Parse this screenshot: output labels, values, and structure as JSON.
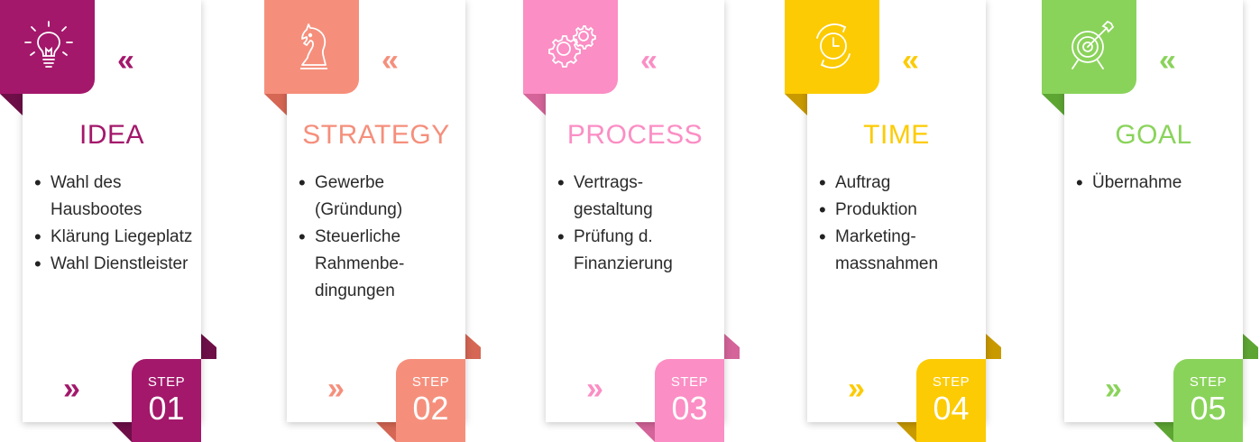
{
  "steps": [
    {
      "title": "IDEA",
      "step_label": "STEP",
      "step_number": "01",
      "color": "#a3186b",
      "dark": "#6e0f48",
      "icon": "lightbulb-icon",
      "items": [
        "Wahl des Hausbootes",
        "Klärung Liegeplatz",
        "Wahl Dienstleister"
      ]
    },
    {
      "title": "STRATEGY",
      "step_label": "STEP",
      "step_number": "02",
      "color": "#f58f7c",
      "dark": "#d56754",
      "icon": "chess-knight-icon",
      "items": [
        "Gewerbe (Gründung)",
        "Steuerliche Rahmenbe-dingungen"
      ]
    },
    {
      "title": "PROCESS",
      "step_label": "STEP",
      "step_number": "03",
      "color": "#fb8ec4",
      "dark": "#d4649a",
      "icon": "gears-icon",
      "items": [
        "Vertrags-gestaltung",
        "Prüfung d. Finanzierung"
      ]
    },
    {
      "title": "TIME",
      "step_label": "STEP",
      "step_number": "04",
      "color": "#fccb03",
      "dark": "#c99a00",
      "icon": "clock-icon",
      "items": [
        "Auftrag",
        "Produktion",
        "Marketing-massnahmen"
      ]
    },
    {
      "title": "GOAL",
      "step_label": "STEP",
      "step_number": "05",
      "color": "#8ad35b",
      "dark": "#5ea634",
      "icon": "target-icon",
      "items": [
        "Übernahme"
      ]
    }
  ],
  "chevron_left": "«",
  "chevron_right": "»"
}
